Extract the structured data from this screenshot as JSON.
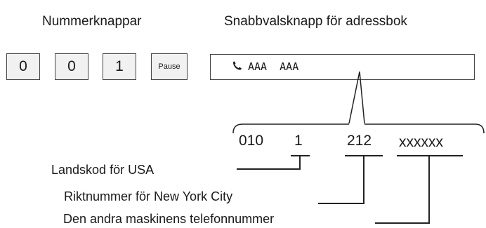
{
  "headings": {
    "number_keys": "Nummerknappar",
    "speed_dial": "Snabbvalsknapp för adressbok"
  },
  "keys": [
    "0",
    "0",
    "1",
    "Pause"
  ],
  "speed_dial_entry": {
    "icon": "phone-icon",
    "text": "AAA  AAA"
  },
  "number_parts": {
    "prefix": "010",
    "country_code": "1",
    "area_code": "212",
    "subscriber": "xxxxxx"
  },
  "labels": {
    "country_code": "Landskod för USA",
    "area_code": "Riktnummer för New York City",
    "subscriber": "Den andra maskinens telefonnummer"
  }
}
